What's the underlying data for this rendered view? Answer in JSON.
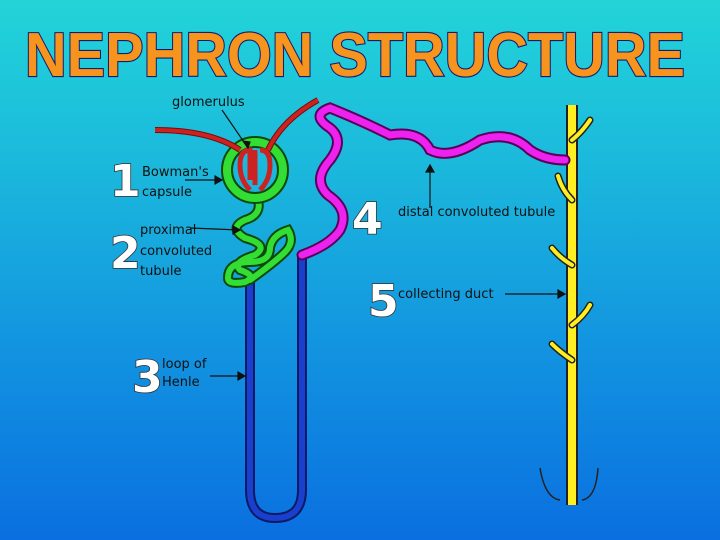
{
  "title": "NEPHRON STRUCTURE",
  "labels": {
    "glomerulus": "glomerulus",
    "bowmans_line1": "Bowman's",
    "bowmans_line2": "capsule",
    "proximal_line1": "proximal",
    "proximal_line2": "convoluted",
    "proximal_line3": "tubule",
    "loop_line1": "loop of",
    "loop_line2": "Henle",
    "distal": "distal convoluted tubule",
    "collecting": "collecting duct"
  },
  "numbers": {
    "bowmans": "1",
    "proximal": "2",
    "loop": "3",
    "distal": "4",
    "collecting": "5"
  },
  "colors": {
    "title_fill": "#f7941d",
    "title_outline": "#1a1a6e",
    "blood_vessel": "#cc2222",
    "proximal_tubule": "#33dd33",
    "loop_of_henle": "#1a3fcc",
    "distal_tubule": "#ee22ee",
    "collecting_duct": "#ffee22"
  }
}
